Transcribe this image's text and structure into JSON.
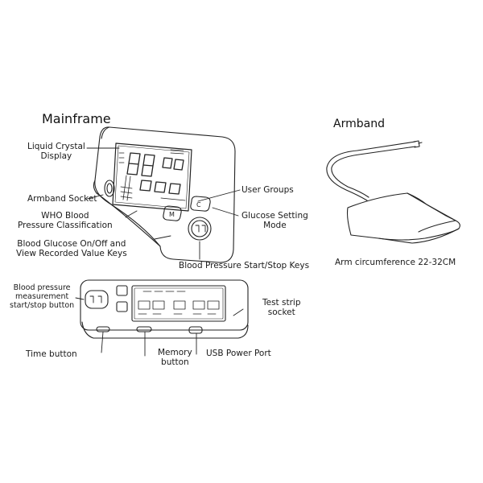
{
  "titles": {
    "mainframe": "Mainframe",
    "armband": "Armband"
  },
  "labels": {
    "lcd": "Liquid Crystal\nDisplay",
    "armband_socket": "Armband Socket",
    "who": "WHO Blood\nPressure Classification",
    "glucose_keys": "Blood Glucose On/Off and\nView Recorded Value Keys",
    "user_groups": "User Groups",
    "glucose_mode": "Glucose Setting\nMode",
    "bp_keys": "Blood Pressure Start/Stop Keys",
    "arm_circ": "Arm circumference 22-32CM",
    "bp_button": "Blood pressure\nmeasurement\nstart/stop button",
    "test_strip": "Test strip\nsocket",
    "time_button": "Time button",
    "memory_button": "Memory\nbutton",
    "usb_port": "USB Power Port"
  },
  "device_marks": {
    "m_key": "M",
    "c_key": "C"
  }
}
